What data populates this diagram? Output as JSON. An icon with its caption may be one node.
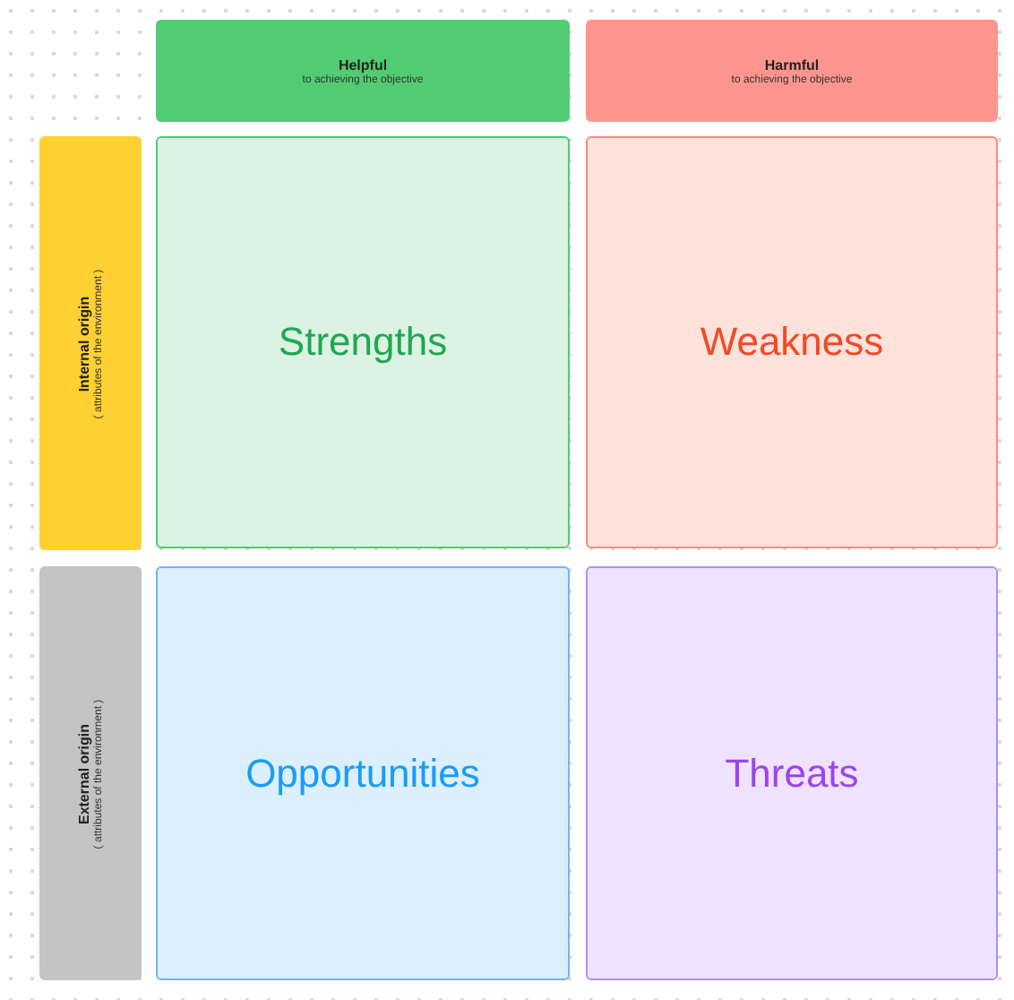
{
  "diagram": {
    "nodes": [
      {
        "text": [
          "Helpful",
          "to achieving the objective"
        ]
      },
      {
        "text": [
          "Harmful",
          "to achieving the objective"
        ]
      },
      {
        "text": [
          "Internal origin",
          "( attributes of the environment )"
        ]
      },
      {
        "text": [
          "Strengths"
        ]
      },
      {
        "text": [
          "Weakness"
        ]
      },
      {
        "text": [
          "External origin",
          "( attributes of the environment )"
        ]
      },
      {
        "text": [
          "Opportunities"
        ]
      },
      {
        "text": [
          "Threats"
        ]
      }
    ]
  }
}
